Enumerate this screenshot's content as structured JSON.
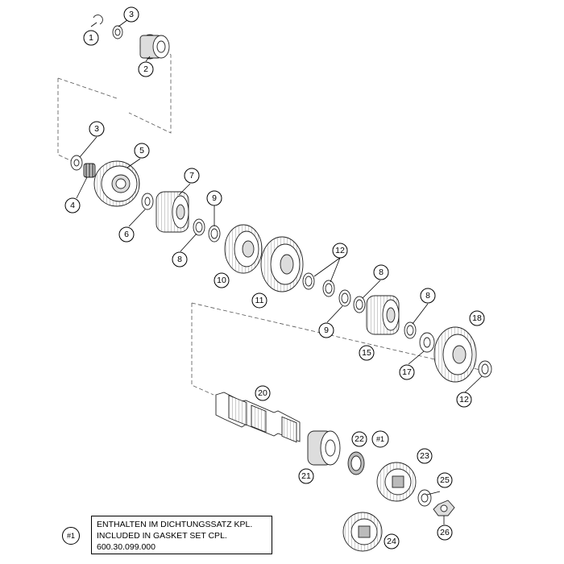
{
  "callouts": [
    "1",
    "2",
    "3",
    "3",
    "4",
    "5",
    "6",
    "7",
    "8",
    "9",
    "10",
    "11",
    "12",
    "8",
    "9",
    "15",
    "8",
    "18",
    "17",
    "12",
    "20",
    "22",
    "#1",
    "21",
    "23",
    "25",
    "26",
    "24"
  ],
  "note": {
    "ref": "#1",
    "lines": [
      "ENTHALTEN IM DICHTUNGSSATZ KPL.",
      "INCLUDED IN GASKET SET CPL.",
      "600.30.099.000"
    ]
  }
}
